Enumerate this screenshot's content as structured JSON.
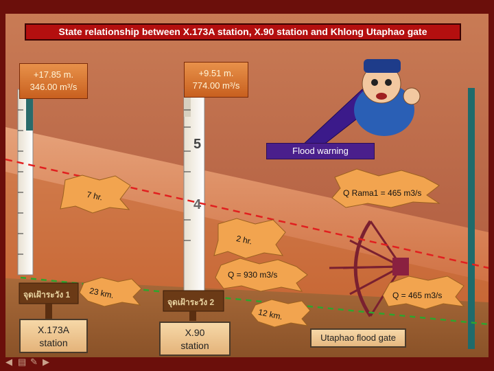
{
  "title": "State relationship between X.173A station, X.90 station and Khlong Utaphao gate",
  "stations": [
    {
      "name_line1": "X.173A",
      "name_line2": "station",
      "level": "+17.85 m.",
      "flow": "346.00 m³/s",
      "sign": "จุดเฝ้าระวัง 1"
    },
    {
      "name_line1": "X.90",
      "name_line2": "station",
      "level": "+9.51 m.",
      "flow": "774.00 m³/s",
      "sign": "จุดเฝ้าระวัง 2"
    }
  ],
  "gate": {
    "name": "Utaphao flood gate"
  },
  "warning": {
    "label": "Flood warning"
  },
  "travel_times": [
    "7 hr.",
    "2 hr."
  ],
  "distances": [
    "23 km.",
    "12 km."
  ],
  "flows": {
    "q_rama1": "Q Rama1 = 465 m3/s",
    "q_x90": "Q = 930 m3/s",
    "q_gate": "Q = 465 m3/s"
  },
  "gauge_marks": {
    "five": "5",
    "four": "4"
  },
  "colors": {
    "background": "#6b0f0b",
    "title_bg": "#b40f0f",
    "warning_bg": "#4a1f8c",
    "ground": "#b8562a",
    "water_line": "#e11f1f",
    "green_line": "#2ea52e"
  }
}
